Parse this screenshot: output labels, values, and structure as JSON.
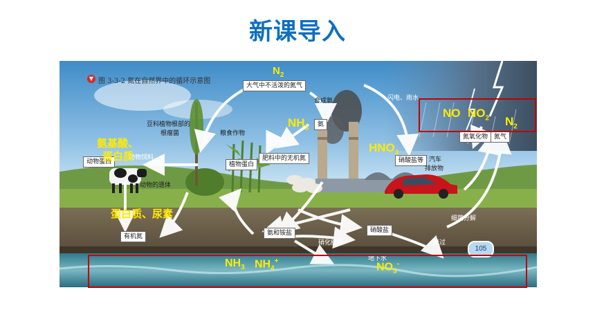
{
  "page": {
    "title": "新课导入"
  },
  "figure": {
    "caption": "图 3-3-2   氮在自然界中的循环示意图",
    "boxes": {
      "atmosphere": "大气中不活泼的氮气",
      "ammonia": "氨",
      "animal_protein": "动物蛋白",
      "plant_protein": "植物蛋白",
      "fertilizer": "肥料中的无机氮",
      "nitrate_etc": "硝酸盐等",
      "nitrogen_oxide": "氮氧化物",
      "nitrogen_gas": "氮气",
      "organic_n": "有机氮",
      "ammonium": "氨和铵盐",
      "nitrate": "硝酸盐"
    },
    "labels": {
      "synthetic_ammonia": "合成氨",
      "lightning": "闪电、雨水",
      "legume": "豆科植物根部的",
      "nodule": "根瘤菌",
      "grain": "粮食作物",
      "feed": "动物饲料",
      "remains": "动物的遗体",
      "car_exhaust_1": "汽车",
      "car_exhaust_2": "排放物",
      "bacteria_decomp": "细菌分解",
      "nitrification": "硝化细菌",
      "leaching": "流过",
      "groundwater": "地下水",
      "page_no": "105"
    }
  },
  "annotations": {
    "n2_top": {
      "main": "N",
      "sub": "2"
    },
    "nh3": {
      "main": "NH",
      "sub": "3"
    },
    "hno3": {
      "main": "HNO",
      "sub": "3"
    },
    "no": "NO",
    "no2": {
      "main": "NO",
      "sub": "2"
    },
    "n2_right": {
      "main": "N",
      "sub": "2"
    },
    "amino_acid": "氨基酸、",
    "protein": "蛋白质",
    "protein_urea": "蛋白质、尿素",
    "nh3_bottom": {
      "main": "NH",
      "sub": "3"
    },
    "nh4": {
      "main": "NH",
      "sub": "4",
      "sup": "+"
    },
    "no3": {
      "main": "NO",
      "sub": "3",
      "sup": "-"
    }
  }
}
